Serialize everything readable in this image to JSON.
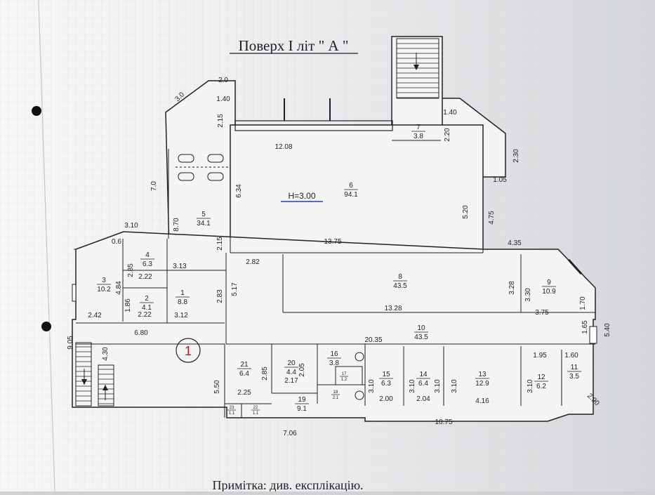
{
  "title": "Поверх I літ \" А \"",
  "note": "Примітка: див. експлікацію.",
  "height_label": "H=3.00",
  "rooms": [
    {
      "id": "room-1",
      "number": "1",
      "area": "8.8"
    },
    {
      "id": "room-2",
      "number": "2",
      "area": "4.1"
    },
    {
      "id": "room-3",
      "number": "3",
      "area": "10.2"
    },
    {
      "id": "room-4",
      "number": "4",
      "area": "6.3"
    },
    {
      "id": "room-5",
      "number": "5",
      "area": "34.1"
    },
    {
      "id": "room-6",
      "number": "6",
      "area": "94.1"
    },
    {
      "id": "room-7",
      "number": "7",
      "area": "3.8"
    },
    {
      "id": "room-8",
      "number": "8",
      "area": "43.5"
    },
    {
      "id": "room-9",
      "number": "9",
      "area": "10.9"
    },
    {
      "id": "room-10",
      "number": "10",
      "area": "43.5"
    },
    {
      "id": "room-11",
      "number": "11",
      "area": "3.5"
    },
    {
      "id": "room-12",
      "number": "12",
      "area": "6.2"
    },
    {
      "id": "room-13",
      "number": "13",
      "area": "12.9"
    },
    {
      "id": "room-14",
      "number": "14",
      "area": "6.4"
    },
    {
      "id": "room-15",
      "number": "15",
      "area": "6.3"
    },
    {
      "id": "room-16",
      "number": "16",
      "area": "3.8"
    },
    {
      "id": "room-17",
      "number": "17",
      "area": "1.2"
    },
    {
      "id": "room-18",
      "number": "18",
      "area": "2.1"
    },
    {
      "id": "room-19",
      "number": "19",
      "area": "9.1"
    },
    {
      "id": "room-20",
      "number": "20",
      "area": "4.4"
    },
    {
      "id": "room-21",
      "number": "21",
      "area": "6.4"
    },
    {
      "id": "room-22",
      "number": "22",
      "area": "1.1"
    },
    {
      "id": "room-23",
      "number": "23",
      "area": "1.1"
    }
  ],
  "dimensions": [
    "2.0",
    "3.0",
    "1.40",
    "2.15",
    "12.08",
    "1.40",
    "2.20",
    "2.30",
    "7.0",
    "1.05",
    "6.34",
    "5.20",
    "4.75",
    "8.70",
    "3.10",
    "2.15",
    "13.75",
    "4.35",
    "0.6",
    "2.85",
    "3.13",
    "2.82",
    "2.22",
    "4.84",
    "1.86",
    "2.83",
    "5.17",
    "3.28",
    "3.30",
    "1.70",
    "2.42",
    "2.22",
    "3.12",
    "13.28",
    "3.75",
    "6.80",
    "1.65",
    "5.40",
    "20.35",
    "9.05",
    "4.30",
    "2.05",
    "1.95",
    "1.60",
    "2.85",
    "3.10",
    "3.10",
    "3.10",
    "3.10",
    "3.10",
    "5.50",
    "2.17",
    "2.25",
    "2.00",
    "2.04",
    "4.16",
    "2.90",
    "10.75",
    "7.06"
  ],
  "marker_label": "1"
}
